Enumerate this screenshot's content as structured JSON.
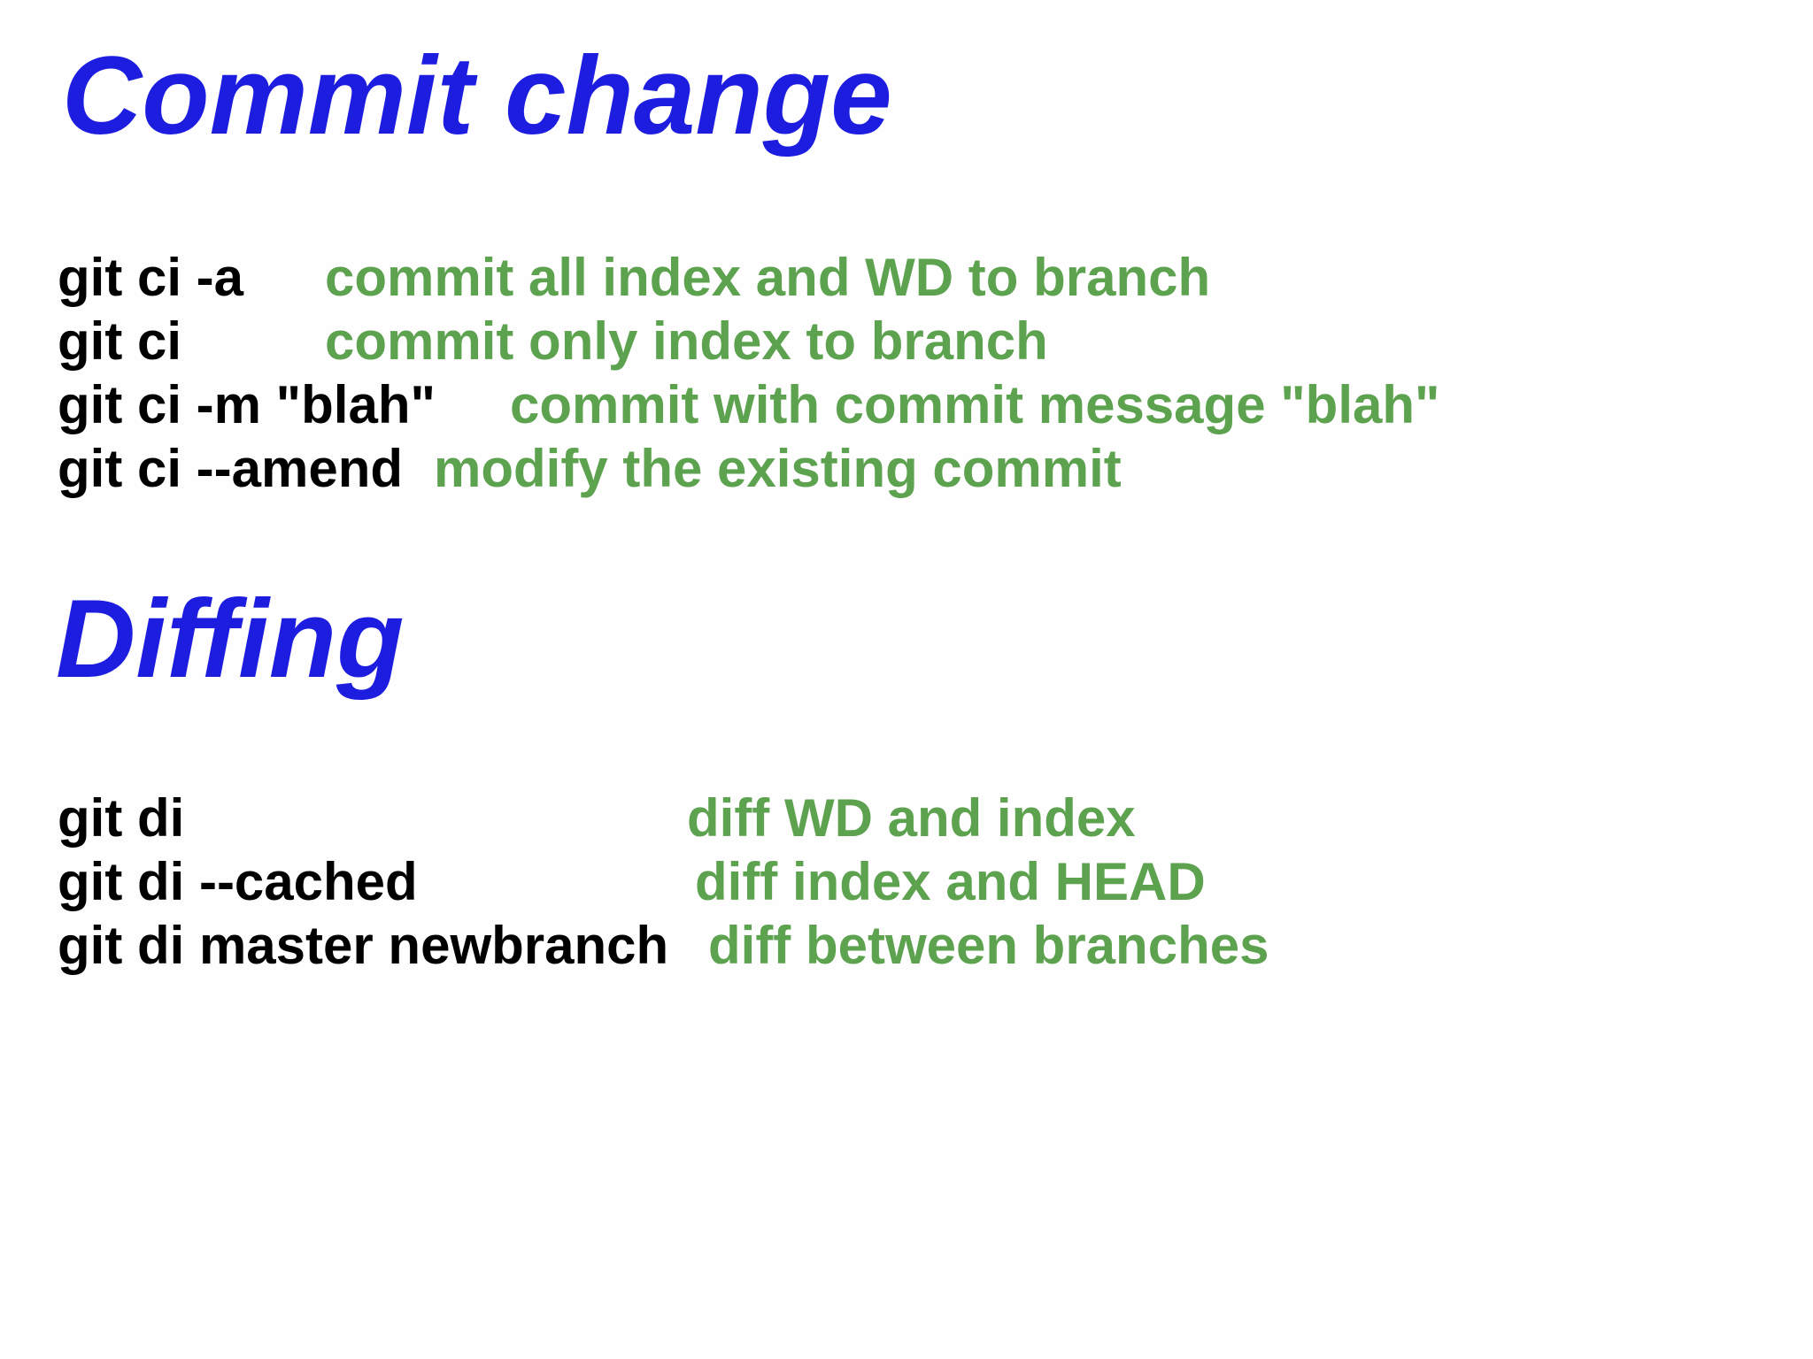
{
  "colors": {
    "background": "#fefefe",
    "heading": "#1d1de0",
    "command": "#000000",
    "description": "#5da24f"
  },
  "sections": [
    {
      "title": "Commit change",
      "commands": [
        {
          "cmd": "git ci -a",
          "desc": "commit all index and WD to branch"
        },
        {
          "cmd": "git ci",
          "desc": "commit only index to branch"
        },
        {
          "cmd": "git ci -m \"blah\"",
          "desc": "commit with commit message \"blah\""
        },
        {
          "cmd": "git ci --amend",
          "desc": "modify the existing commit"
        }
      ]
    },
    {
      "title": "Diffing",
      "commands": [
        {
          "cmd": "git di",
          "desc": "diff WD and index"
        },
        {
          "cmd": "git di --cached",
          "desc": "diff index and HEAD"
        },
        {
          "cmd": "git di master newbranch",
          "desc": "diff between branches"
        }
      ]
    }
  ]
}
